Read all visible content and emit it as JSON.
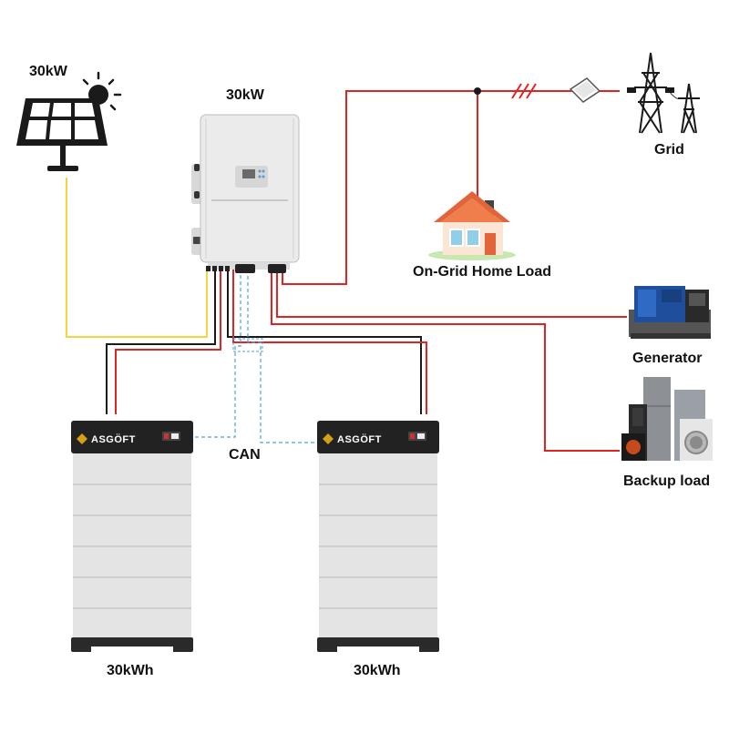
{
  "labels": {
    "solar_power": "30kW",
    "inverter_power": "30kW",
    "grid": "Grid",
    "home_load": "On-Grid Home Load",
    "generator": "Generator",
    "backup_load": "Backup load",
    "can": "CAN",
    "battery_left_capacity": "30kWh",
    "battery_right_capacity": "30kWh"
  },
  "battery_brand": "ASGÖFT",
  "colors": {
    "ac_line": "#e02424",
    "pv_line": "#f5d442",
    "dc_negative": "#1a1a1a",
    "can_line": "#4aa3d8"
  }
}
